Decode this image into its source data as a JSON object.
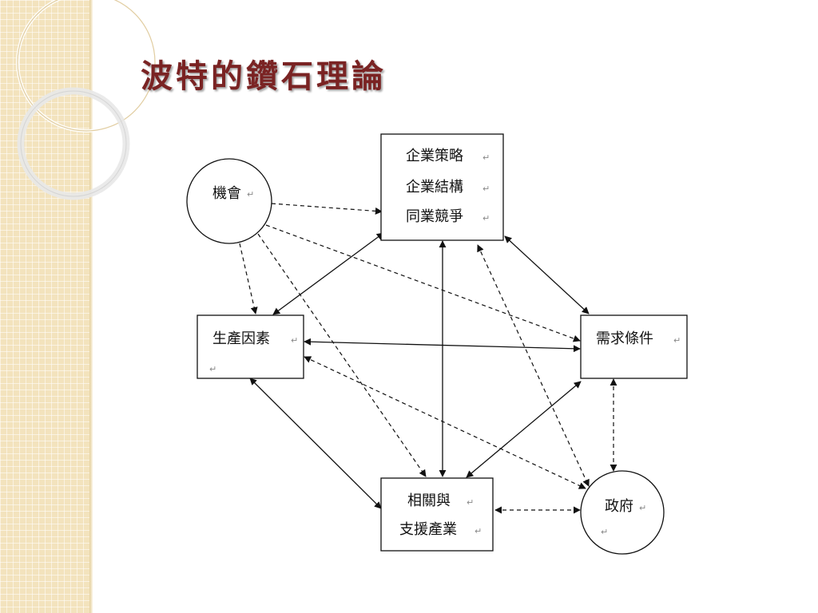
{
  "slide": {
    "title": "波特的鑽石理論"
  },
  "diagram": {
    "nodes": {
      "chance": {
        "lines": [
          "機會"
        ]
      },
      "strategy": {
        "lines": [
          "企業策略",
          "企業結構",
          "同業競爭"
        ]
      },
      "factors": {
        "lines": [
          "生產因素"
        ]
      },
      "demand": {
        "lines": [
          "需求條件"
        ]
      },
      "related": {
        "lines": [
          "相關與",
          "支援產業"
        ]
      },
      "government": {
        "lines": [
          "政府"
        ]
      }
    },
    "paragraph_mark": "↵",
    "edges": [
      {
        "from": "chance",
        "to": "strategy",
        "style": "dashed",
        "arrows": "end"
      },
      {
        "from": "chance",
        "to": "factors",
        "style": "dashed",
        "arrows": "end"
      },
      {
        "from": "chance",
        "to": "demand",
        "style": "dashed",
        "arrows": "end"
      },
      {
        "from": "chance",
        "to": "related",
        "style": "dashed",
        "arrows": "end"
      },
      {
        "from": "strategy",
        "to": "factors",
        "style": "solid",
        "arrows": "both"
      },
      {
        "from": "strategy",
        "to": "demand",
        "style": "solid",
        "arrows": "both"
      },
      {
        "from": "strategy",
        "to": "related",
        "style": "solid",
        "arrows": "both"
      },
      {
        "from": "strategy",
        "to": "government",
        "style": "dashed",
        "arrows": "both"
      },
      {
        "from": "factors",
        "to": "demand",
        "style": "solid",
        "arrows": "both"
      },
      {
        "from": "factors",
        "to": "related",
        "style": "solid",
        "arrows": "both"
      },
      {
        "from": "factors",
        "to": "government",
        "style": "dashed",
        "arrows": "both"
      },
      {
        "from": "demand",
        "to": "related",
        "style": "solid",
        "arrows": "both"
      },
      {
        "from": "demand",
        "to": "government",
        "style": "dashed",
        "arrows": "both"
      },
      {
        "from": "related",
        "to": "government",
        "style": "dashed",
        "arrows": "both"
      }
    ]
  }
}
